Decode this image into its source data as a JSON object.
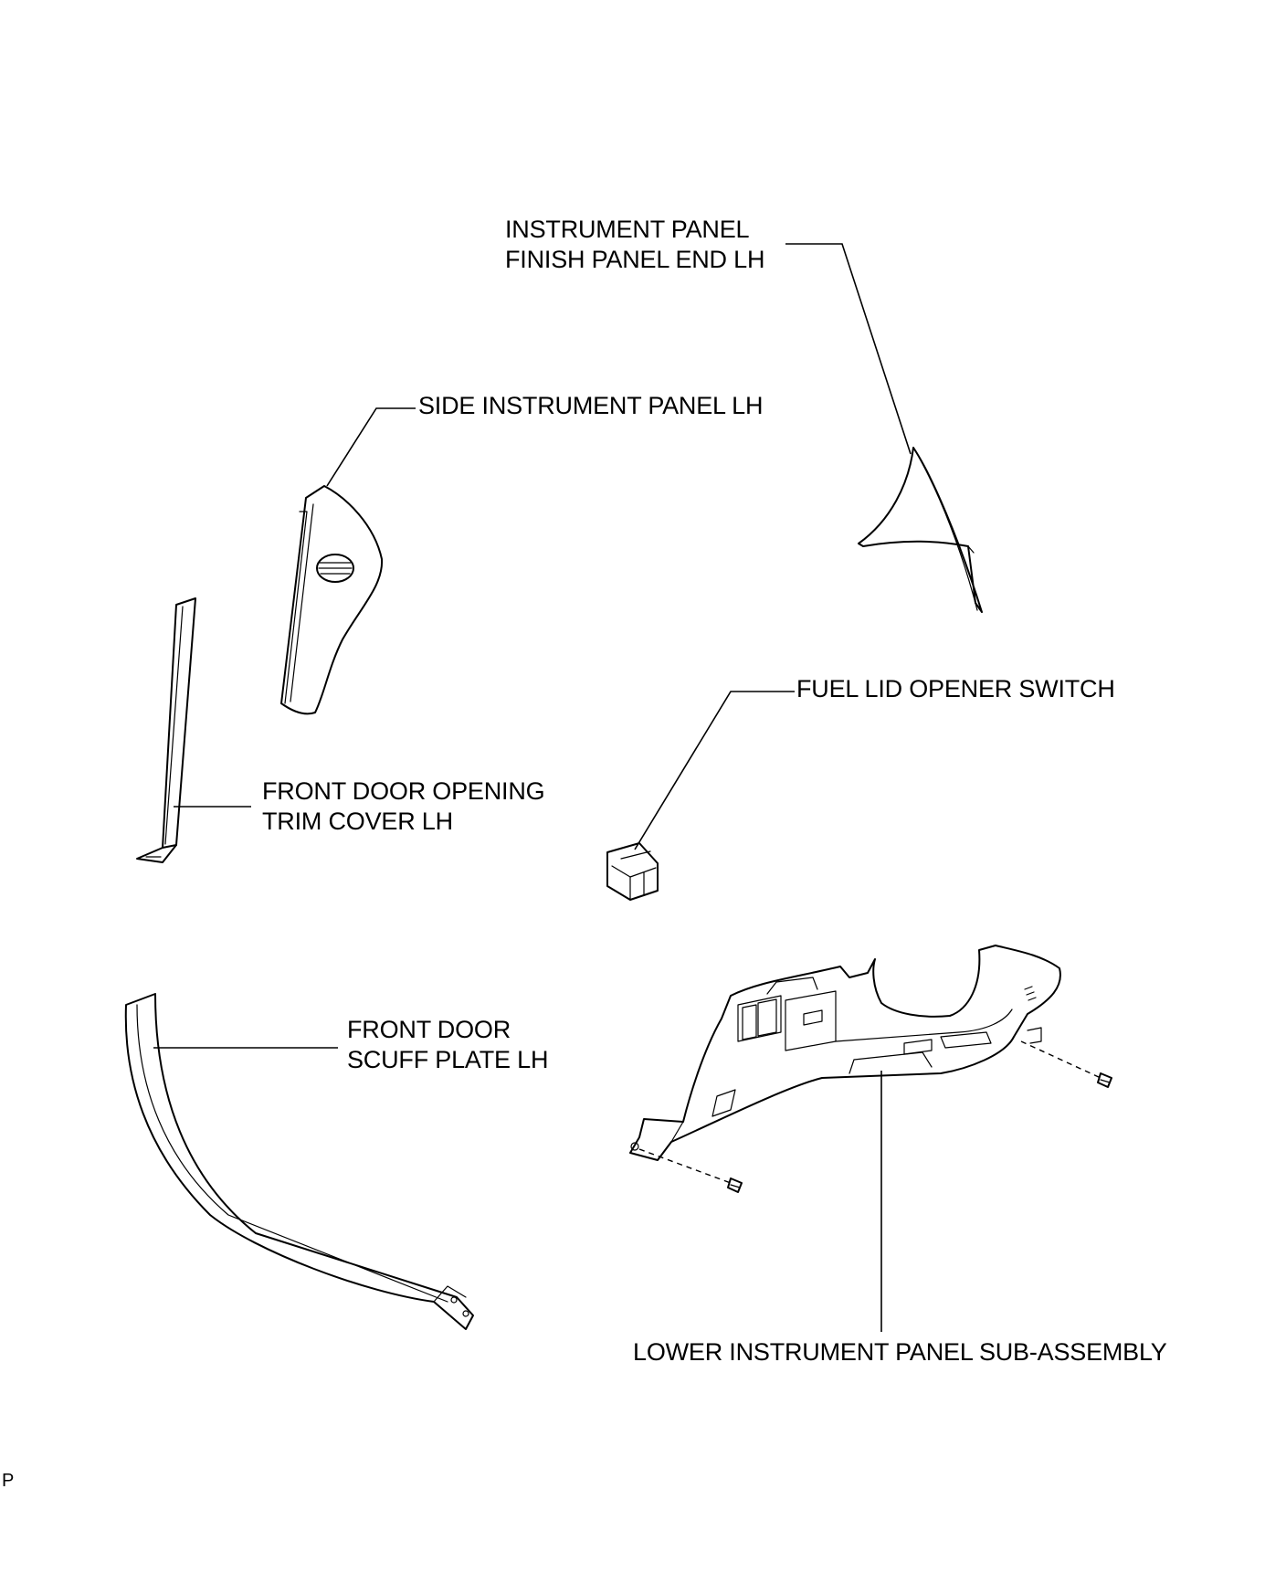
{
  "labels": {
    "finish_panel_end": [
      "INSTRUMENT PANEL",
      "FINISH PANEL END LH"
    ],
    "side_instrument_panel": "SIDE INSTRUMENT PANEL LH",
    "fuel_lid_switch": "FUEL LID OPENER SWITCH",
    "door_opening_trim": [
      "FRONT DOOR OPENING",
      "TRIM COVER LH"
    ],
    "door_scuff_plate": [
      "FRONT DOOR",
      "SCUFF PLATE LH"
    ],
    "lower_instrument_panel": "LOWER INSTRUMENT PANEL SUB-ASSEMBLY"
  },
  "corner_mark": "P"
}
